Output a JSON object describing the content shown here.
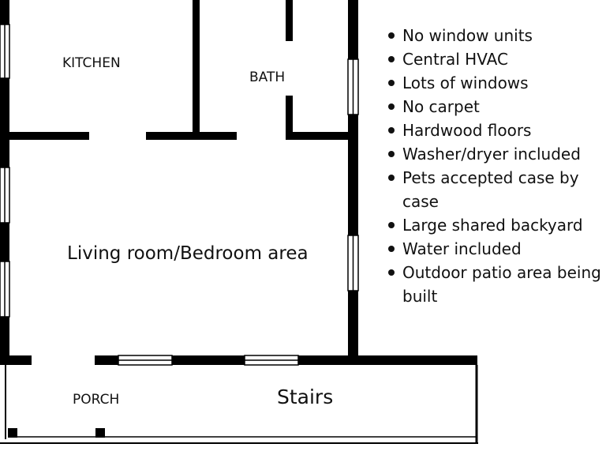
{
  "rooms": {
    "kitchen": "KITCHEN",
    "bath": "BATH",
    "living": "Living room/Bedroom area",
    "porch": "PORCH",
    "stairs": "Stairs"
  },
  "features": [
    "No window units",
    "Central HVAC",
    "Lots of windows",
    "No carpet",
    "Hardwood floors",
    "Washer/dryer included",
    "Pets accepted case by case",
    "Large shared backyard",
    "Water included",
    "Outdoor patio area being built"
  ],
  "colors": {
    "wall": "#000000",
    "text": "#111111",
    "background": "#ffffff"
  }
}
